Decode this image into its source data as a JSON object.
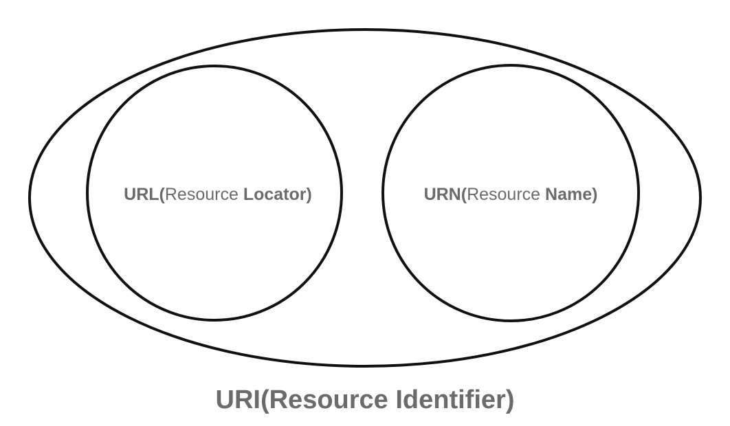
{
  "diagram": {
    "outer": {
      "label": "URI(Resource Identifier)"
    },
    "left_circle": {
      "label_prefix": "URL(",
      "label_middle": "Resource ",
      "label_suffix": "Locator)"
    },
    "right_circle": {
      "label_prefix": "URN(",
      "label_middle": "Resource ",
      "label_suffix": "Name)"
    },
    "colors": {
      "stroke": "#111111",
      "text": "#6b6b6b",
      "background": "#ffffff"
    }
  }
}
